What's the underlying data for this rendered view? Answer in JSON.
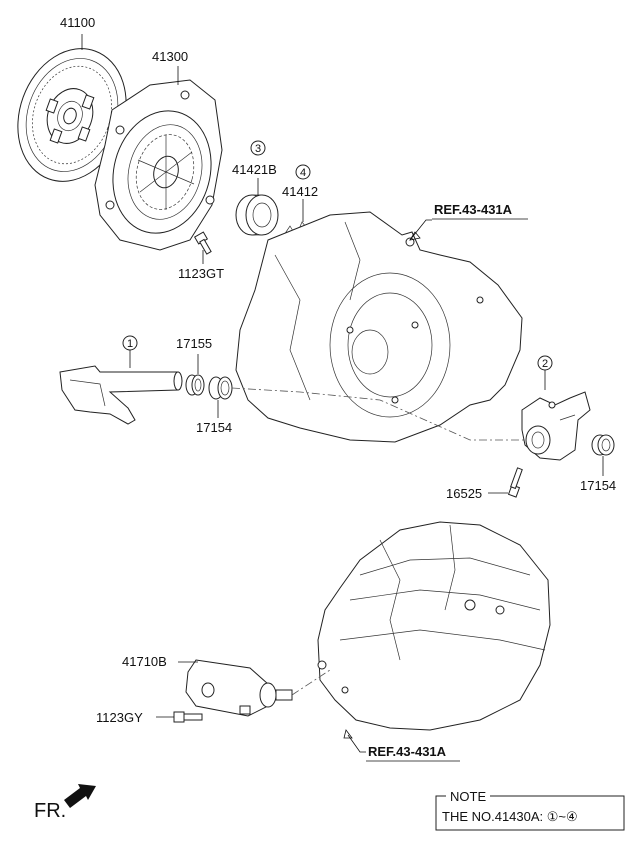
{
  "parts": {
    "clutch_disc": "41100",
    "clutch_cover": "41300",
    "release_bearing": "41421B",
    "release_clip": "41412",
    "cover_bolt": "1123GT",
    "fork_shaft_bushing": "17155",
    "shaft_seal_left": "17154",
    "shaft_seal_right": "17154",
    "fork_bolt": "16525",
    "release_cylinder": "41710B",
    "cylinder_bolt": "1123GY"
  },
  "callouts": {
    "c1": "1",
    "c2": "2",
    "c3": "3",
    "c4": "4"
  },
  "references": {
    "upper": "REF.43-431A",
    "lower": "REF.43-431A"
  },
  "front_indicator": "FR.",
  "note": {
    "title": "NOTE",
    "text": "THE NO.41430A: ①~④"
  }
}
